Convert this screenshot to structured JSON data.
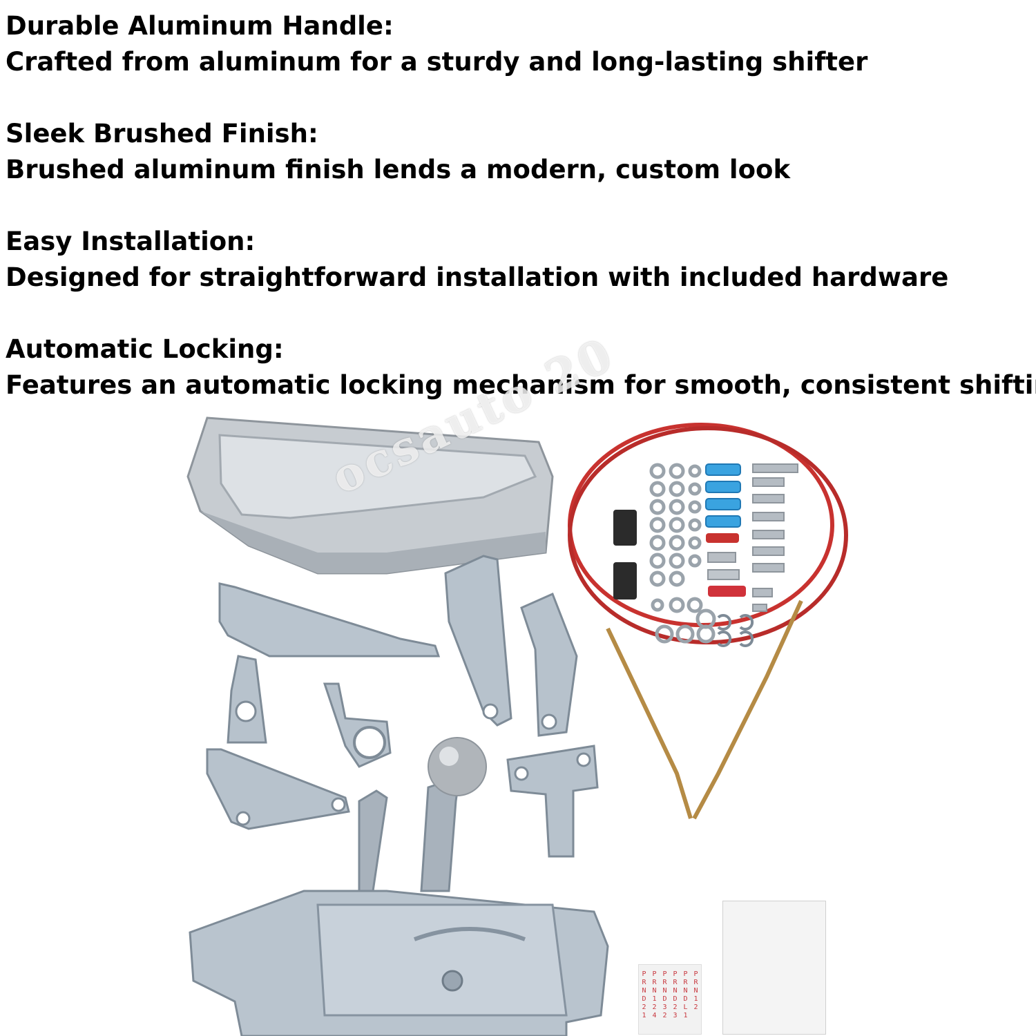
{
  "features": [
    {
      "heading": "Durable Aluminum Handle:",
      "text": "Crafted from aluminum for a sturdy and long-lasting shifter"
    },
    {
      "heading": "Sleek Brushed Finish:",
      "text": "Brushed aluminum finish lends a modern, custom look"
    },
    {
      "heading": "Easy Installation:",
      "text": "Designed for straightforward installation with included hardware"
    },
    {
      "heading": "Automatic Locking:",
      "text": "Features an automatic locking mechanism for smooth, consistent shifting"
    }
  ],
  "watermark": "ocsauto 20",
  "decal_columns": [
    [
      "P",
      "R",
      "N",
      "D",
      "2",
      "1"
    ],
    [
      "P",
      "R",
      "N",
      "1",
      "2",
      "4"
    ],
    [
      "P",
      "R",
      "N",
      "D",
      "3",
      "2"
    ],
    [
      "P",
      "R",
      "N",
      "D",
      "2",
      "3"
    ],
    [
      "P",
      "R",
      "N",
      "D",
      "L",
      "1"
    ],
    [
      "P",
      "R",
      "N",
      "1",
      "2"
    ]
  ],
  "colors": {
    "text": "#000000",
    "metal": "#c9ced3",
    "zinc": "#b7c2cc",
    "cable": "#c8322f",
    "terminal": "#3aa3e0"
  }
}
